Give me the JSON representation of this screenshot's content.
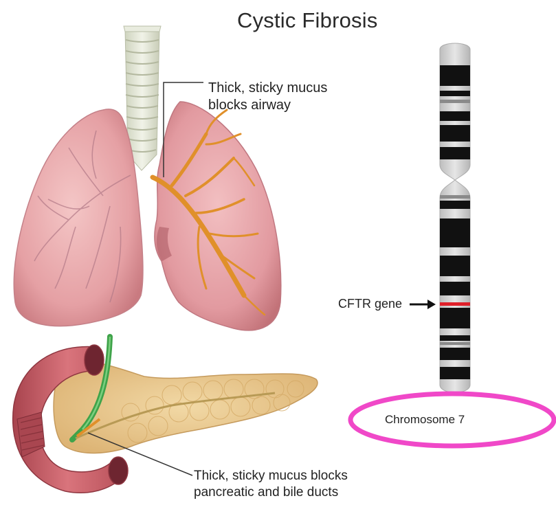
{
  "title": "Cystic Fibrosis",
  "labels": {
    "lungs": "Thick, sticky mucus\nblocks airway",
    "gene": "CFTR gene",
    "chromosome": "Chromosome 7",
    "pancreas": "Thick, sticky mucus blocks\npancreatic and bile ducts"
  },
  "colors": {
    "lung": "#e8a3a6",
    "lung_shadow": "#c97a80",
    "mucus": "#e0902a",
    "trachea": "#dfe3d2",
    "pancreas": "#ecc98c",
    "duodenum": "#c9626a",
    "bile_duct": "#3fa34a",
    "chromosome_dark": "#111111",
    "chromosome_light": "#d9d9d9",
    "cftr_band": "#e0202a",
    "highlight_ellipse": "#f048c8"
  }
}
